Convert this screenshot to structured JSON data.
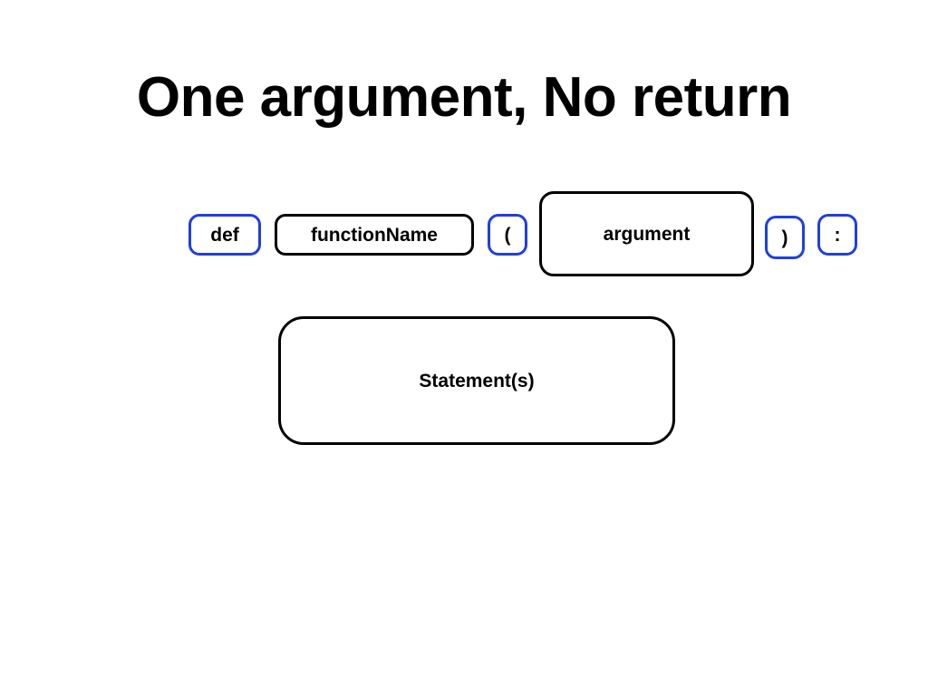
{
  "title": "One argument, No return",
  "syntax": {
    "def": "def",
    "function_name": "functionName",
    "open_paren": "(",
    "argument": "argument",
    "close_paren": ")",
    "colon": ":"
  },
  "body": {
    "statements": "Statement(s)"
  },
  "colors": {
    "keyword_border": "#1f3fe0",
    "placeholder_border": "#000000"
  }
}
